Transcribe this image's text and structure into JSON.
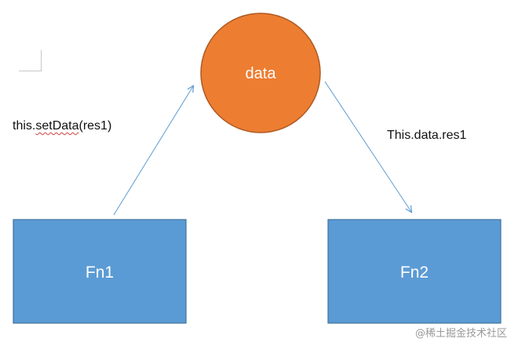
{
  "diagram": {
    "data_node": {
      "label": "data",
      "fill": "#ED7D31",
      "stroke": "#AE5A21"
    },
    "fn1_node": {
      "label": "Fn1",
      "fill": "#5B9BD5",
      "stroke": "#41719C"
    },
    "fn2_node": {
      "label": "Fn2",
      "fill": "#5B9BD5",
      "stroke": "#41719C"
    },
    "arrow_color": "#5B9BD5",
    "node_text_color": "#FFFFFF",
    "edges": [
      {
        "from": "Fn1",
        "to": "data",
        "label": "this.setData(res1)"
      },
      {
        "from": "data",
        "to": "Fn2",
        "label": "This.data.res1"
      }
    ]
  },
  "annotations": {
    "set_data_prefix": "this.",
    "set_data_squiggle": "setData",
    "set_data_suffix": "(res1)",
    "read_data": "This.data.res1"
  },
  "watermark": "@稀土掘金技术社区"
}
